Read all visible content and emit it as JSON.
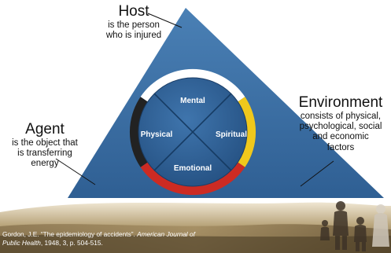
{
  "colors": {
    "triangle": "#3a6fa3",
    "circle_fill": "#2b5d95",
    "ring_white": "#ffffff",
    "ring_yellow": "#f0c81c",
    "ring_red": "#cc2b23",
    "ring_black": "#222222",
    "ground_light": "#e8dcc3",
    "ground_dark": "#6b5a3b"
  },
  "host": {
    "title": "Host",
    "line1": "is the person",
    "line2": "who is injured"
  },
  "agent": {
    "title": "Agent",
    "line1": "is the object that",
    "line2": "is transferring",
    "line3": "energy"
  },
  "environment": {
    "title": "Environment",
    "line1": "consists of physical,",
    "line2": "psychological, social",
    "line3": "and economic",
    "line4": "factors"
  },
  "wheel": {
    "top": "Mental",
    "left": "Physical",
    "right": "Spiritual",
    "bottom": "Emotional"
  },
  "citation": {
    "part1": "Gordon, J.E. “The epidemiology of accidents”. ",
    "journal": "American Journal of Public Health",
    "part2": ", 1948, 3, p. 504-515."
  }
}
